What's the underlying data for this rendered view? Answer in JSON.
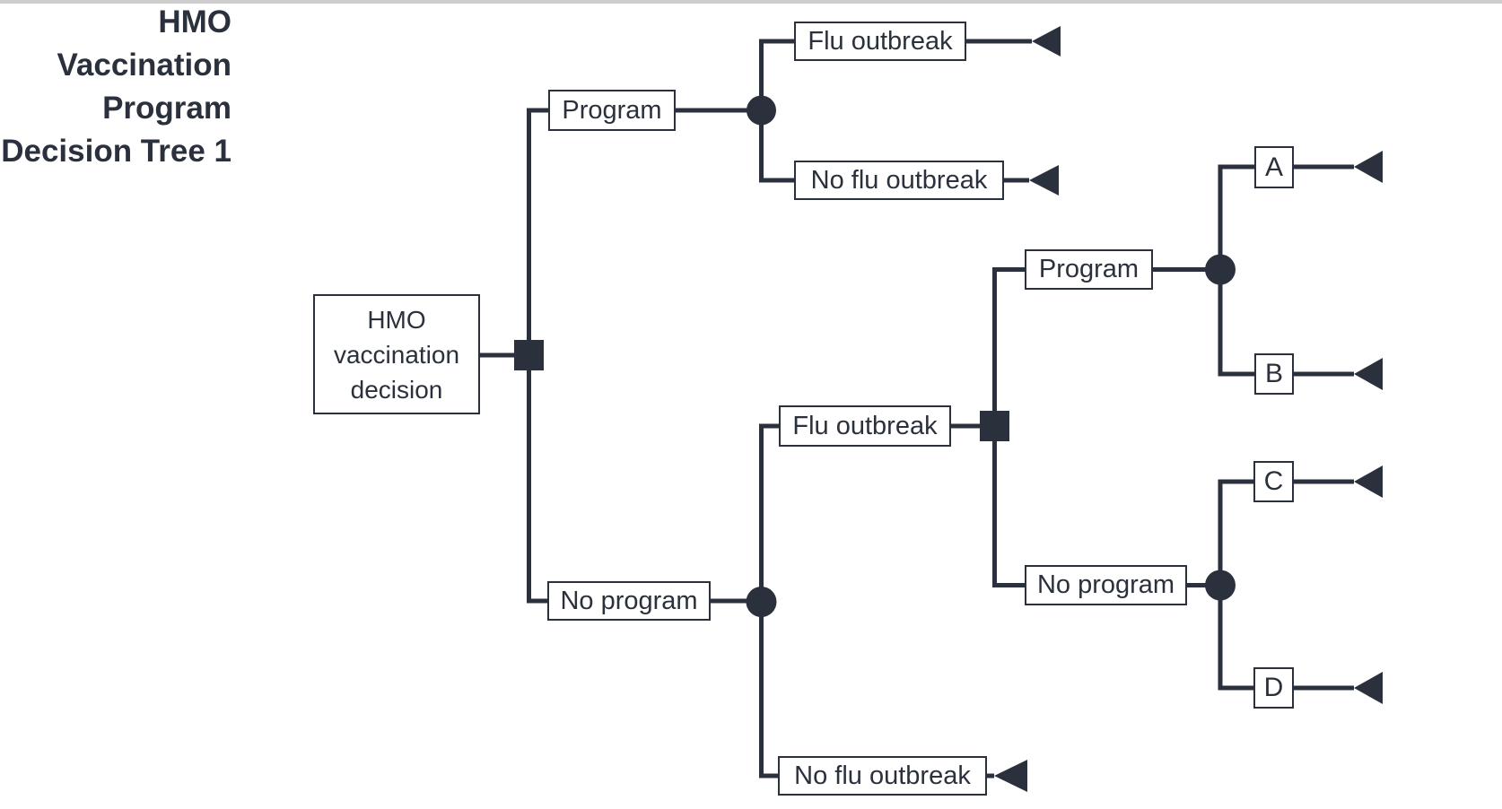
{
  "colors": {
    "ink": "#2b313c",
    "node_fill": "#ffffff",
    "background": "#ffffff",
    "top_border": "#cdcdcd"
  },
  "title": {
    "lines": [
      "HMO",
      "Vaccination",
      "Program",
      "Decision Tree 1"
    ]
  },
  "tree": {
    "root": {
      "node_type": "decision",
      "label_lines": [
        "HMO",
        "vaccination",
        "decision"
      ]
    },
    "branches": [
      {
        "label": "Program",
        "node_type": "chance",
        "outcomes": [
          {
            "label": "Flu outbreak",
            "terminal": true
          },
          {
            "label": "No flu outbreak",
            "terminal": true
          }
        ]
      },
      {
        "label": "No program",
        "node_type": "chance",
        "outcomes": [
          {
            "label": "Flu outbreak",
            "node_type": "decision",
            "choices": [
              {
                "label": "Program",
                "node_type": "chance",
                "outcomes": [
                  {
                    "label": "A",
                    "terminal": true
                  },
                  {
                    "label": "B",
                    "terminal": true
                  }
                ]
              },
              {
                "label": "No program",
                "node_type": "chance",
                "outcomes": [
                  {
                    "label": "C",
                    "terminal": true
                  },
                  {
                    "label": "D",
                    "terminal": true
                  }
                ]
              }
            ]
          },
          {
            "label": "No flu outbreak",
            "terminal": true
          }
        ]
      }
    ]
  }
}
